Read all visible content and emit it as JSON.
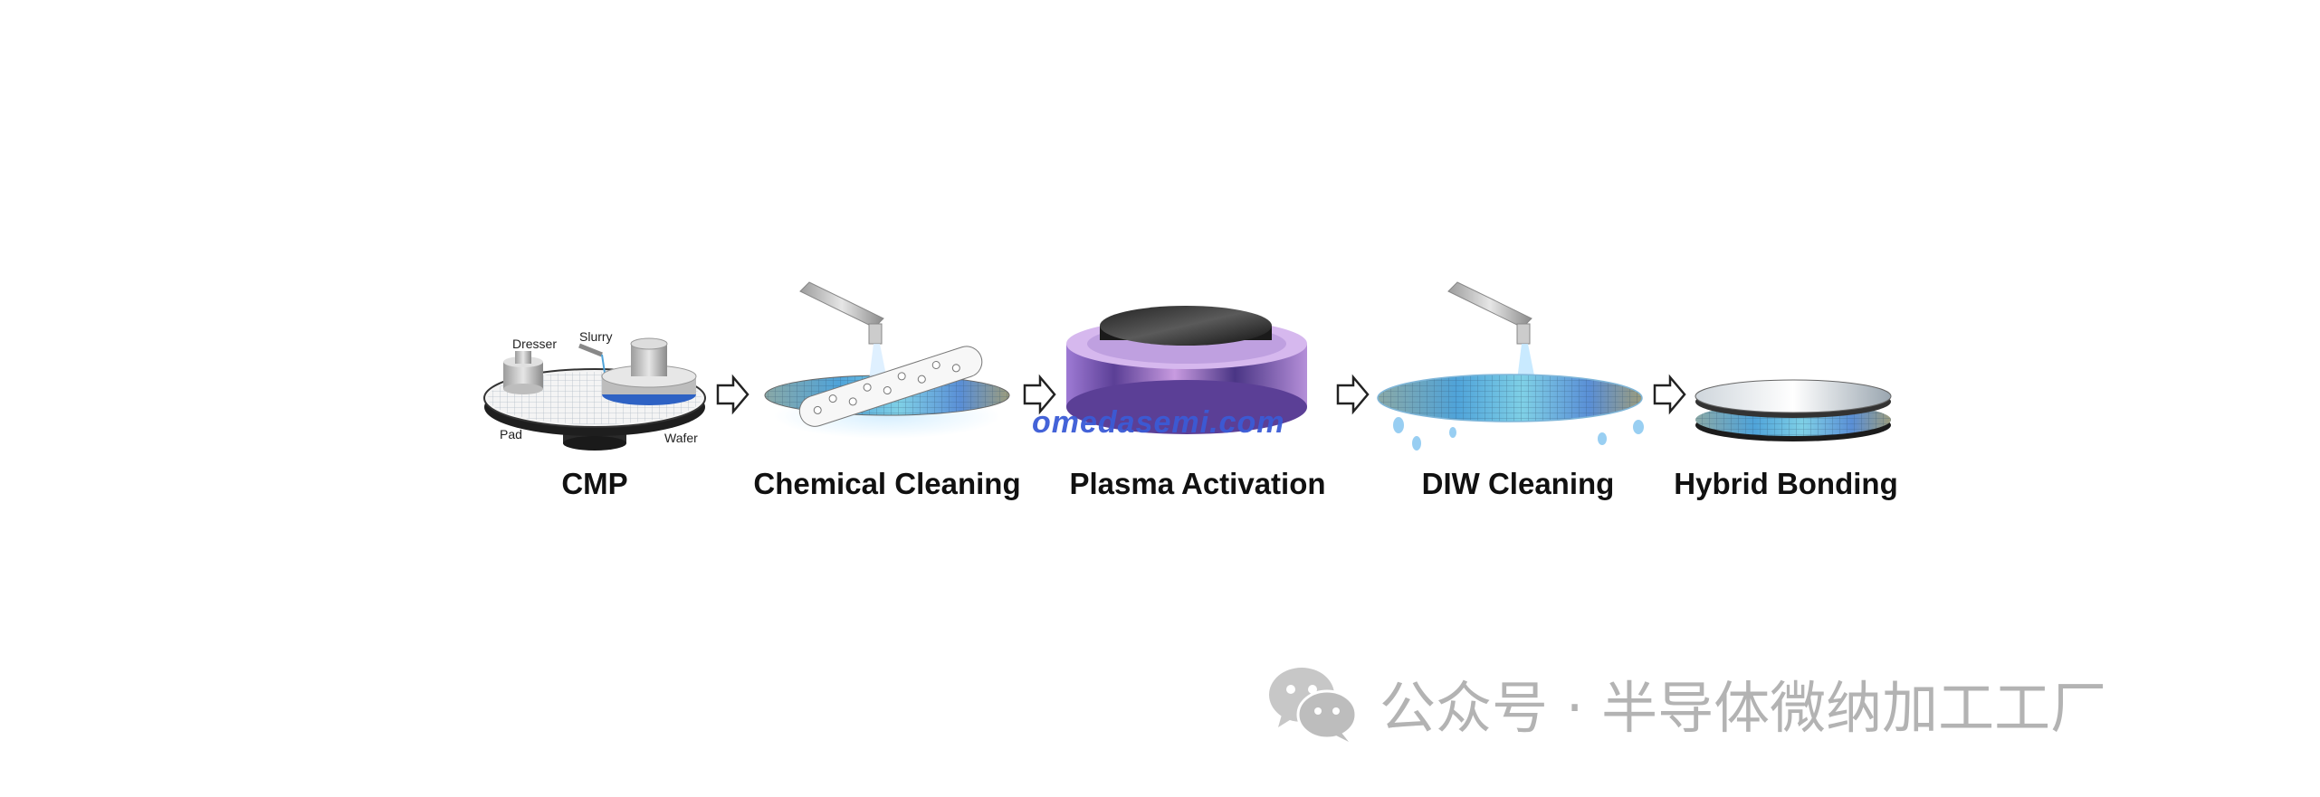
{
  "steps": [
    {
      "label": "CMP"
    },
    {
      "label": "Chemical Cleaning"
    },
    {
      "label": "Plasma Activation"
    },
    {
      "label": "DIW Cleaning"
    },
    {
      "label": "Hybrid Bonding"
    }
  ],
  "cmp_callouts": {
    "dresser": "Dresser",
    "slurry": "Slurry",
    "pad": "Pad",
    "wafer": "Wafer"
  },
  "watermark": "omedasemi.com",
  "footer": {
    "text": "公众号 · 半导体微纳加工工厂",
    "logo": "wechat-icon"
  },
  "colors": {
    "label": "#111111",
    "watermark": "#3b5bd6",
    "footer": "#b3b3b3"
  }
}
